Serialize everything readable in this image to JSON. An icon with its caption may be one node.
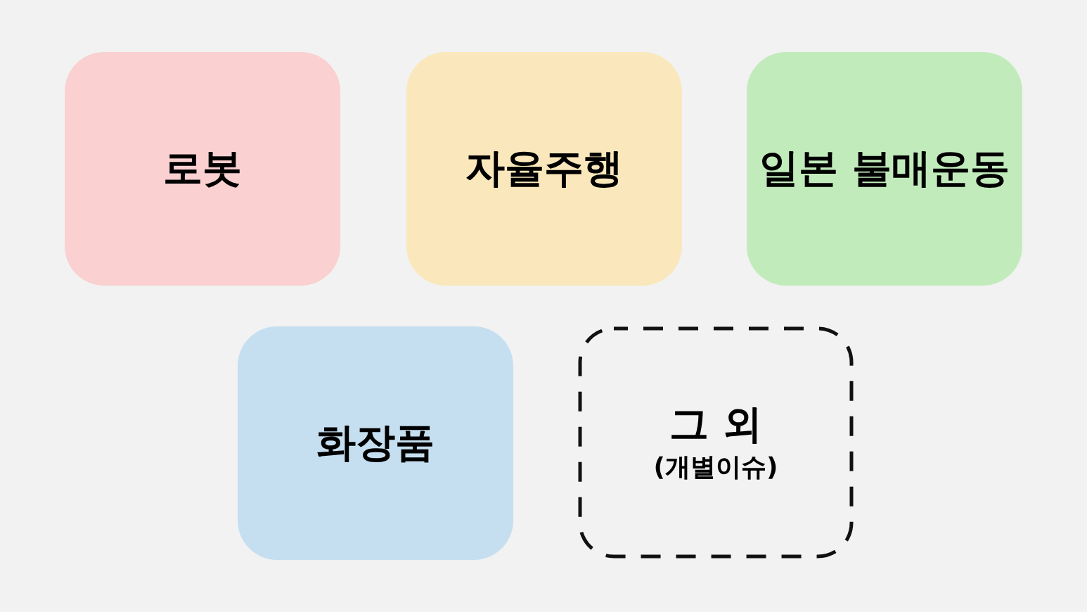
{
  "diagram": {
    "nodes": [
      {
        "text": [
          "로봇"
        ]
      },
      {
        "text": [
          "자율주행"
        ]
      },
      {
        "text": [
          "일본 불매운동"
        ]
      },
      {
        "text": [
          "화장품"
        ]
      },
      {
        "text": [
          "그 외",
          "(개별이슈)"
        ]
      }
    ]
  }
}
